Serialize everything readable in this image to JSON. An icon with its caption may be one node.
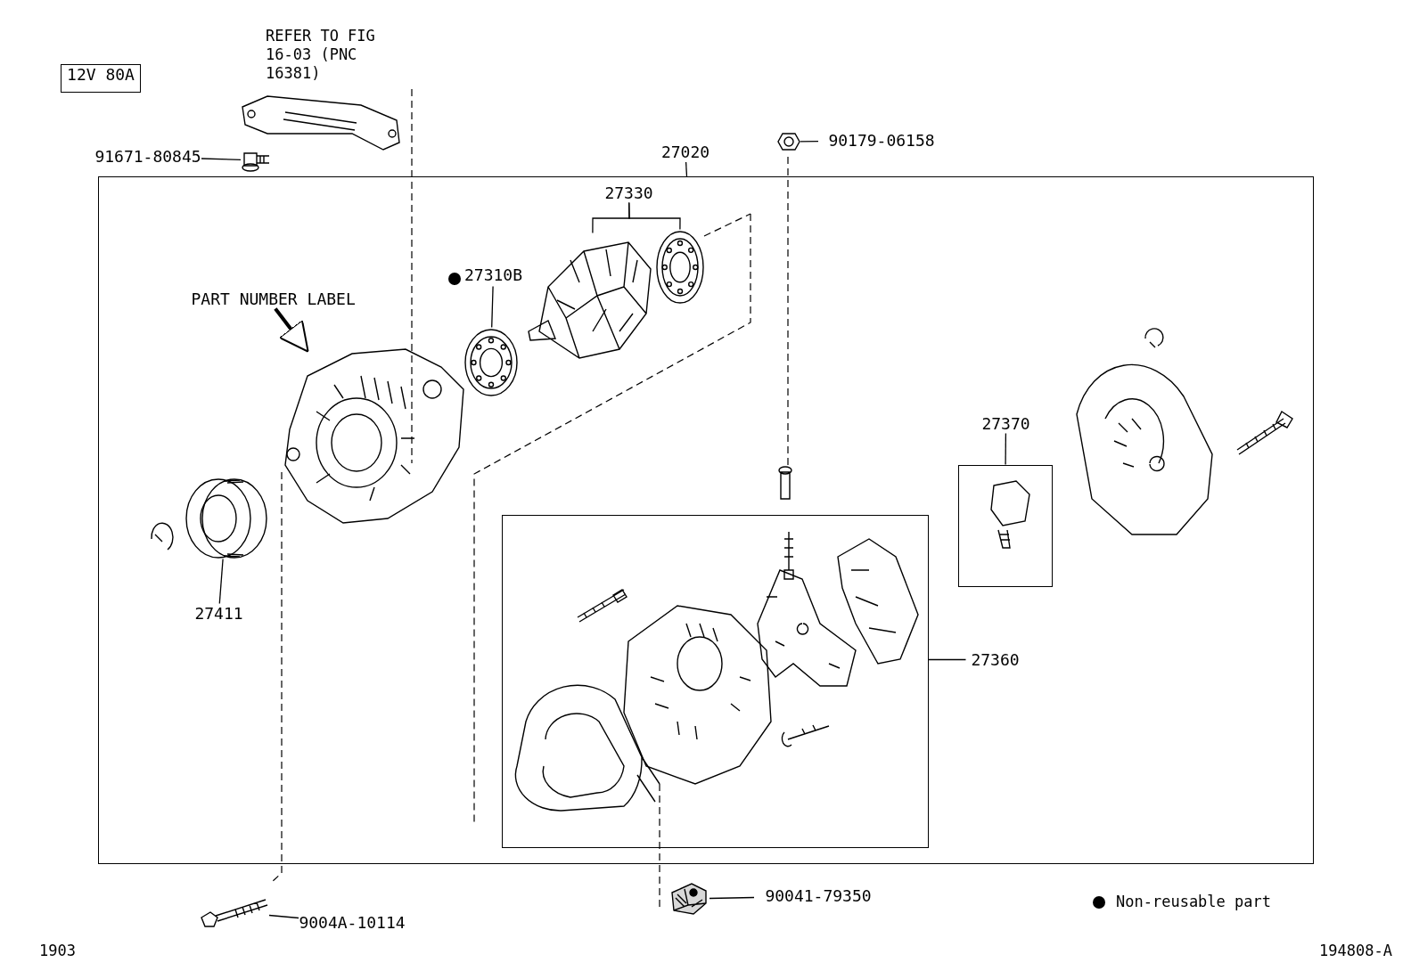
{
  "diagram": {
    "nodes": [
      {
        "text": [
          "12V 80A"
        ]
      },
      {
        "text": [
          "91671-80845"
        ]
      },
      {
        "text": [],
        "shape": "picture"
      },
      {
        "text": [
          "90179-06158"
        ]
      },
      {
        "text": [],
        "shape": "picture"
      },
      {
        "text": [
          "27020"
        ]
      },
      {
        "text": [],
        "shape": "box"
      },
      {
        "text": [
          "27330"
        ],
        "in": 6
      },
      {
        "text": [],
        "shape": "picture",
        "in": 6
      },
      {
        "text": [],
        "shape": "picture",
        "in": 6
      },
      {
        "text": [
          "27310B"
        ],
        "in": 6
      },
      {
        "text": [],
        "shape": "picture",
        "in": 6
      },
      {
        "text": [
          "PART NUMBER LABEL"
        ],
        "in": 6
      },
      {
        "text": [],
        "shape": "picture",
        "in": 6
      },
      {
        "text": [],
        "shape": "picture",
        "in": 6
      },
      {
        "text": [
          "27411"
        ],
        "in": 6
      },
      {
        "text": [
          "27360"
        ],
        "in": 6
      },
      {
        "text": [],
        "shape": "box",
        "in": 6
      },
      {
        "text": [
          "27370"
        ],
        "in": 6
      },
      {
        "text": [],
        "shape": "box",
        "in": 6
      },
      {
        "text": [
          "9004A-10114"
        ]
      },
      {
        "text": [],
        "shape": "picture"
      },
      {
        "text": [
          "90041-79350"
        ]
      },
      {
        "text": [],
        "shape": "picture"
      }
    ],
    "edges": [
      {
        "from": 1,
        "to": 2,
        "arrow": "none"
      },
      {
        "from": 3,
        "to": 4,
        "arrow": "none"
      },
      {
        "from": 5,
        "to": 6,
        "arrow": "none"
      },
      {
        "from": 7,
        "to": 8,
        "arrow": "none"
      },
      {
        "from": 7,
        "to": 9,
        "arrow": "none"
      },
      {
        "from": 10,
        "to": 11,
        "arrow": "none"
      },
      {
        "from": 12,
        "to": 13,
        "arrow": "to",
        "style": "thick"
      },
      {
        "from": 15,
        "to": 14,
        "arrow": "none"
      },
      {
        "from": 16,
        "to": 17,
        "arrow": "none"
      },
      {
        "from": 18,
        "to": 19,
        "arrow": "none"
      },
      {
        "from": 20,
        "to": 21,
        "arrow": "none"
      },
      {
        "from": 22,
        "to": 23,
        "arrow": "none"
      }
    ],
    "labels": [
      "REFER TO FIG 16-03 (PNC 16381)",
      "1903",
      "194808-A"
    ],
    "legend": [
      {
        "text": "Non-reusable part"
      }
    ]
  }
}
